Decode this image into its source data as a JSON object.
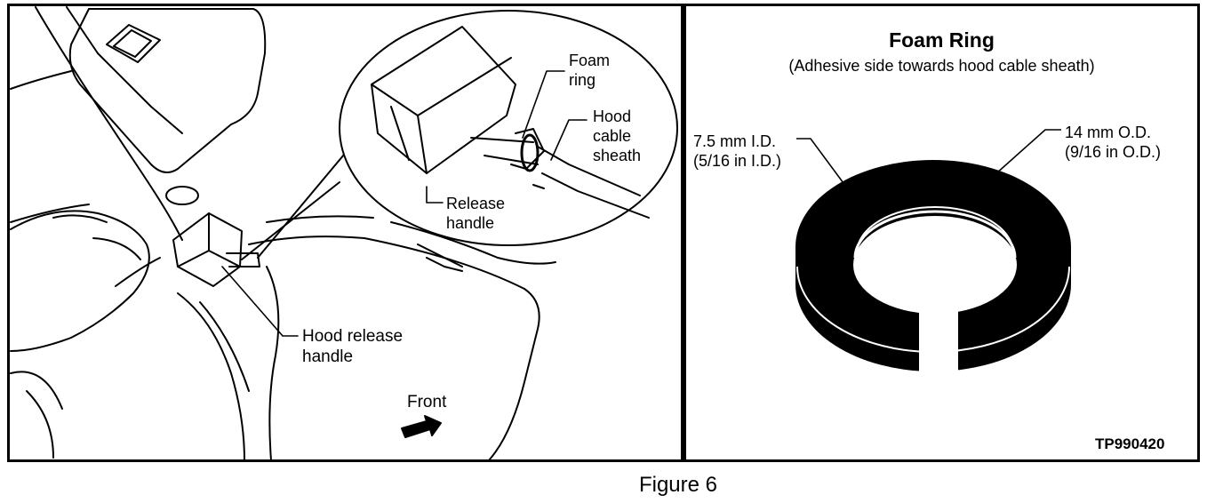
{
  "figure": {
    "caption": "Figure 6",
    "code": "TP990420"
  },
  "left_panel": {
    "labels": {
      "foam_ring": "Foam\nring",
      "hood_cable_sheath": "Hood\ncable\nsheath",
      "release_handle": "Release\nhandle",
      "hood_release_handle": "Hood release\nhandle",
      "front": "Front"
    }
  },
  "right_panel": {
    "title": "Foam Ring",
    "subtitle": "(Adhesive side towards hood cable sheath)",
    "inner_dim": "7.5 mm I.D.\n(5/16 in I.D.)",
    "outer_dim": "14 mm O.D.\n(9/16 in O.D.)"
  },
  "colors": {
    "ink": "#000000",
    "paper": "#ffffff"
  }
}
